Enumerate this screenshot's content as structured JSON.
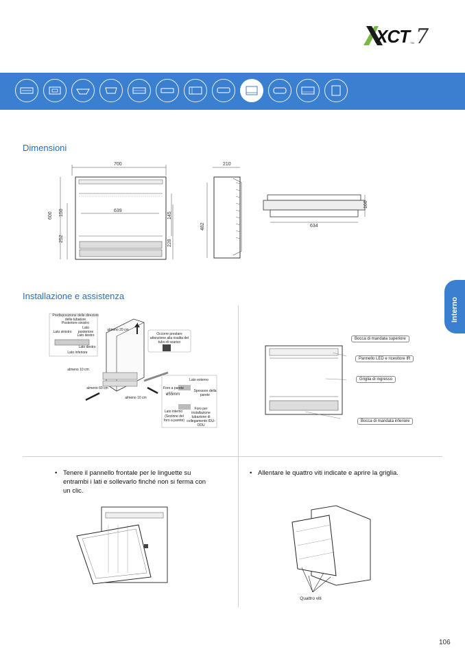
{
  "header": {
    "logo_text": "XCT",
    "logo_number": "7",
    "logo_tm": "TM"
  },
  "product_band": {
    "icons": [
      {
        "name": "cassette-icon"
      },
      {
        "name": "compact-cassette-icon"
      },
      {
        "name": "round-cassette-icon"
      },
      {
        "name": "one-way-cassette-icon"
      },
      {
        "name": "duct-icon"
      },
      {
        "name": "slim-duct-icon"
      },
      {
        "name": "high-pressure-duct-icon"
      },
      {
        "name": "ceiling-icon"
      },
      {
        "name": "floor-console-icon",
        "active": true
      },
      {
        "name": "wall-mounted-icon"
      },
      {
        "name": "floor-ceiling-icon"
      },
      {
        "name": "cabinet-icon"
      }
    ]
  },
  "side_tab": {
    "label": "Interno"
  },
  "dimensions": {
    "title": "Dimensioni",
    "front": {
      "width": "700",
      "inner_width": "639",
      "height": "600",
      "top_section": "150",
      "bottom_section": "252",
      "grille_top": "145",
      "grille_bottom": "228"
    },
    "side": {
      "depth": "210",
      "height": "482"
    },
    "top": {
      "width": "634",
      "depth": "160"
    }
  },
  "installation": {
    "title": "Installazione e assistenza",
    "labels": {
      "piping_title": "Predisposizione delle direzioni delle tubature",
      "rear_left": "Posteriore sinistro",
      "left_side": "Lato sinistro",
      "rear_side": "Lato posteriore",
      "right_side_1": "Lato destro",
      "right_side_2": "Lato destro",
      "lower_side": "Lato inferiore",
      "clear_top": "almeno 20 cm",
      "clear_left": "almeno 10 cm",
      "clear_front": "almeno 60 cm",
      "clear_right": "almeno 10 cm",
      "drain_note": "Occorre prestare attenzione alla risalita del tubo di scarico",
      "outer_side": "Lato esterno",
      "wall_hole": "Foro a parete",
      "hole_size": "ø55mm",
      "wall_thickness": "Spessore della parete",
      "inner_side": "Lato interno",
      "section": "(Sezione del foro a parete)",
      "pipe_hole": "Foro per installazione tubazione di collegamento IDU-ODU"
    },
    "callouts": [
      "Bocca di mandata superiore",
      "Pannello LED e ricevitore IR",
      "Griglia di ingresso",
      "Bocca di mandata inferiore"
    ]
  },
  "steps": [
    {
      "text": "Tenere il pannello frontale per le linguette su entrambi i lati e sollevarlo finché non si ferma con un clic."
    },
    {
      "text": "Allentare le quattro viti indicate e aprire la griglia.",
      "caption": "Quattro viti"
    }
  ],
  "footer": {
    "page_number": "106"
  }
}
